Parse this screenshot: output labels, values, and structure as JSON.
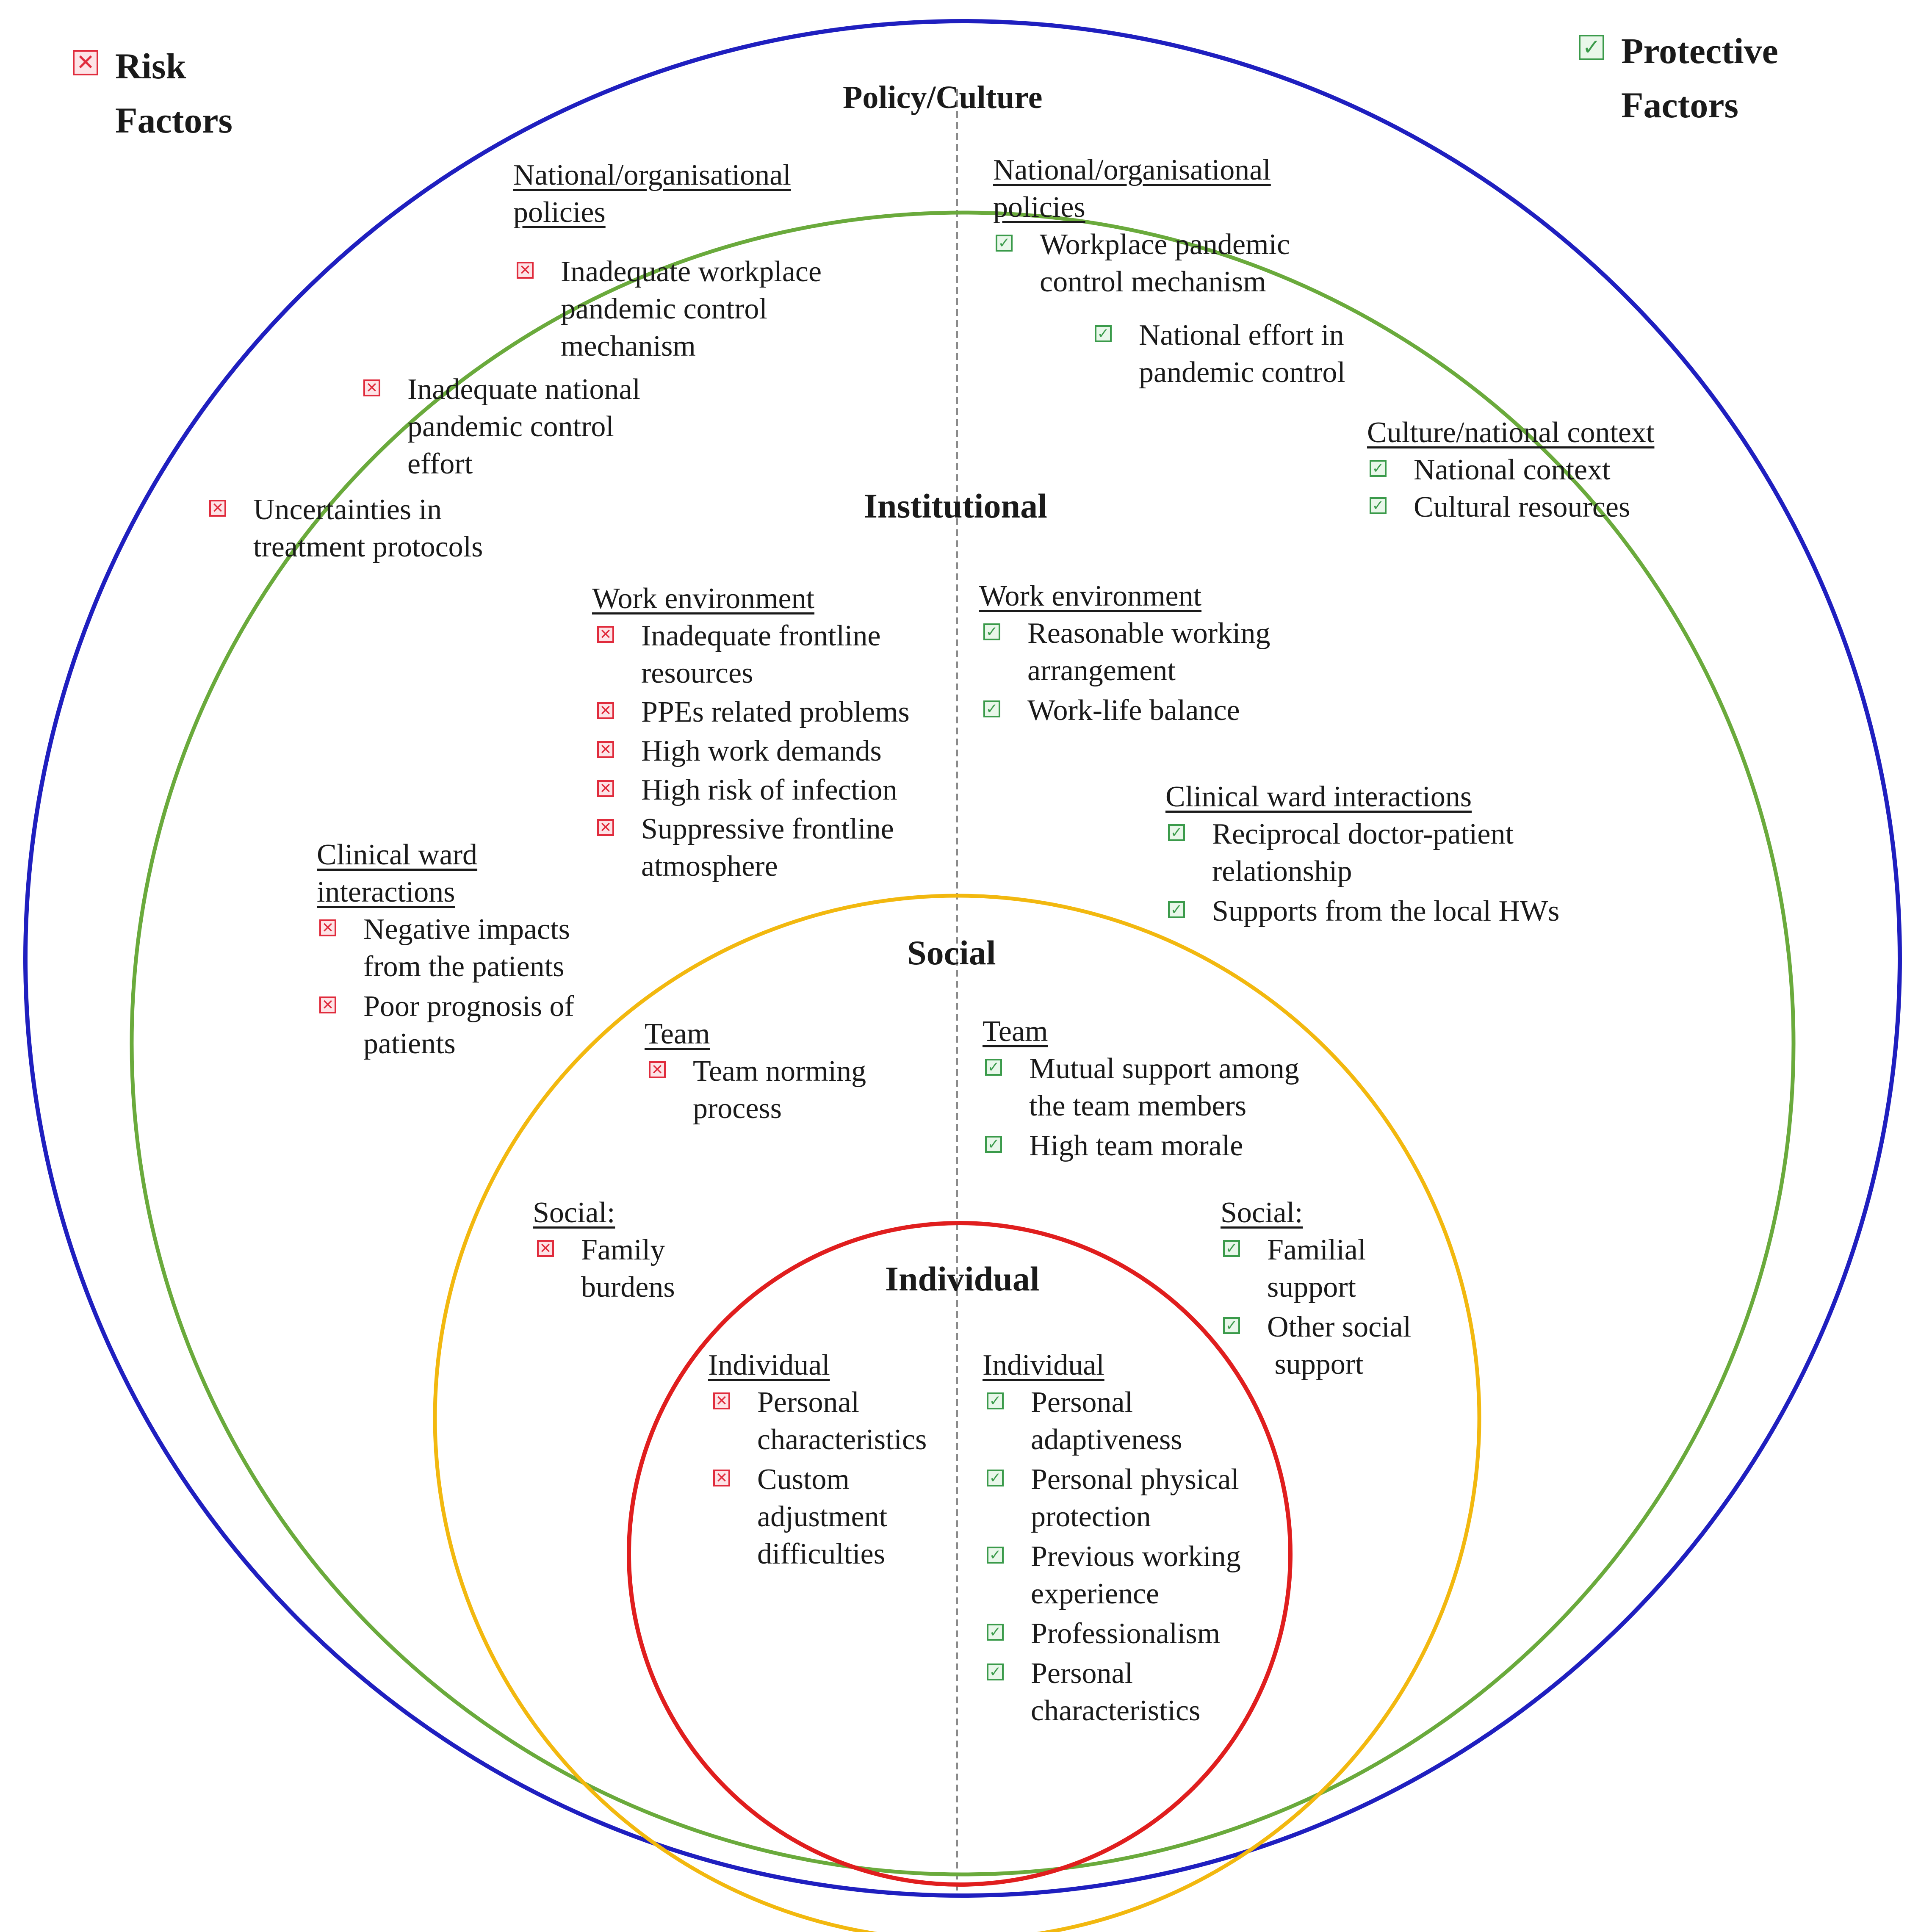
{
  "colors": {
    "policy_ring": "#1f1fbf",
    "institutional_ring": "#6aaa3c",
    "social_ring": "#f2b80f",
    "individual_ring": "#e01e1e",
    "risk_mark": "#e02b3c",
    "protective_mark": "#3a9a4a",
    "divider": "#8a8a8a"
  },
  "icons": {
    "risk": "x-box-icon",
    "protective": "check-box-icon"
  },
  "legend": {
    "risk": {
      "line1": "Risk",
      "line2": "Factors"
    },
    "protective": {
      "line1": "Protective",
      "line2": "Factors"
    }
  },
  "levels": {
    "policy": "Policy/Culture",
    "institutional": "Institutional",
    "social": "Social",
    "individual": "Individual"
  },
  "risk": {
    "policy": {
      "heading": [
        "National/organisational",
        "policies"
      ],
      "items": [
        [
          "Inadequate workplace",
          "pandemic control",
          "mechanism"
        ],
        [
          "Inadequate national",
          "pandemic control",
          "effort"
        ],
        [
          "Uncertainties in",
          "treatment protocols"
        ]
      ]
    },
    "work_environment": {
      "heading": [
        "Work environment"
      ],
      "items": [
        [
          "Inadequate frontline",
          "resources"
        ],
        [
          "PPEs related problems"
        ],
        [
          "High work demands"
        ],
        [
          "High risk of infection"
        ],
        [
          "Suppressive frontline",
          "atmosphere"
        ]
      ]
    },
    "clinical_ward": {
      "heading": [
        "Clinical  ward",
        "interactions"
      ],
      "items": [
        [
          "Negative impacts",
          "from the patients"
        ],
        [
          "Poor prognosis of",
          "patients"
        ]
      ]
    },
    "team": {
      "heading": [
        "Team"
      ],
      "items": [
        [
          "Team norming",
          "process"
        ]
      ]
    },
    "social": {
      "heading": [
        "Social:"
      ],
      "items": [
        [
          "Family",
          "burdens"
        ]
      ]
    },
    "individual": {
      "heading": [
        "Individual"
      ],
      "items": [
        [
          "Personal",
          "characteristics"
        ],
        [
          "Custom",
          "adjustment",
          "difficulties"
        ]
      ]
    }
  },
  "protective": {
    "policy": {
      "heading": [
        "National/organisational",
        "policies"
      ],
      "items": [
        [
          "Workplace pandemic",
          "control mechanism"
        ],
        [
          "National effort in",
          "pandemic control"
        ]
      ]
    },
    "culture": {
      "heading": [
        "Culture/national  context"
      ],
      "items": [
        [
          "National context"
        ],
        [
          "Cultural resources"
        ]
      ]
    },
    "work_environment": {
      "heading": [
        "Work environment"
      ],
      "items": [
        [
          "Reasonable working",
          "arrangement"
        ],
        [
          "Work-life balance"
        ]
      ]
    },
    "clinical_ward": {
      "heading": [
        "Clinical  ward interactions"
      ],
      "items": [
        [
          "Reciprocal doctor-patient",
          "relationship"
        ],
        [
          "Supports from the local HWs"
        ]
      ]
    },
    "team": {
      "heading": [
        "Team"
      ],
      "items": [
        [
          "Mutual support among",
          "the team members"
        ],
        [
          "High team morale"
        ]
      ]
    },
    "social": {
      "heading": [
        "Social:"
      ],
      "items": [
        [
          "Familial",
          "support"
        ],
        [
          "Other social",
          " support"
        ]
      ]
    },
    "individual": {
      "heading": [
        "Individual"
      ],
      "items": [
        [
          "Personal",
          "adaptiveness"
        ],
        [
          "Personal physical",
          "protection"
        ],
        [
          "Previous working",
          "experience"
        ],
        [
          "Professionalism"
        ],
        [
          "Personal",
          "characteristics"
        ]
      ]
    }
  }
}
